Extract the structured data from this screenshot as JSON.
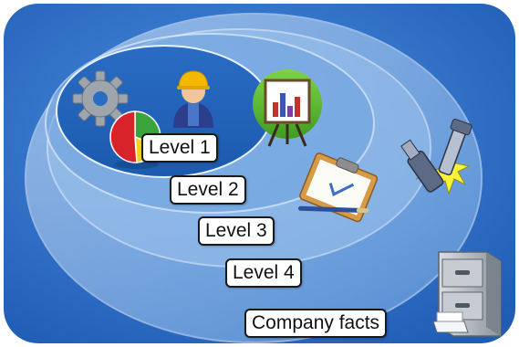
{
  "diagram": {
    "levels": [
      {
        "label": "Level 1"
      },
      {
        "label": "Level 2"
      },
      {
        "label": "Level 3"
      },
      {
        "label": "Level 4"
      }
    ],
    "base_label": "Company facts",
    "icons": [
      {
        "name": "gear-icon"
      },
      {
        "name": "pie-chart-icon"
      },
      {
        "name": "worker-icon"
      },
      {
        "name": "presentation-board-icon"
      },
      {
        "name": "clipboard-pen-icon"
      },
      {
        "name": "tools-icon"
      },
      {
        "name": "file-cabinet-icon"
      }
    ],
    "colors": {
      "background": "#2f72c8",
      "ellipse_light": "#cfe0f4",
      "ellipse_mid": "#5b95d8",
      "inner": "#1e5fb5",
      "label_border": "#1a1a1a"
    }
  }
}
